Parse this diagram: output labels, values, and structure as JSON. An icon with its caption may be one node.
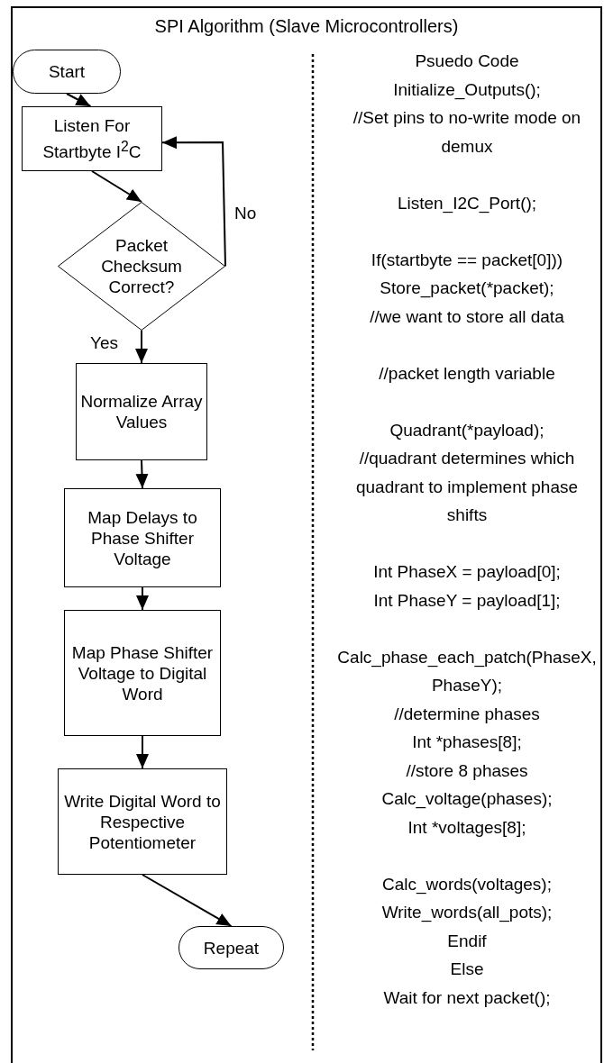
{
  "diagram": {
    "title": "SPI Algorithm (Slave Microcontrollers)",
    "nodes": [
      {
        "text": [
          "Start"
        ]
      },
      {
        "text": [
          "Listen For Startbyte I$^{2}$C"
        ]
      },
      {
        "text": [
          "Packet Checksum Correct?"
        ]
      },
      {
        "text": [
          "Normalize Array Values"
        ]
      },
      {
        "text": [
          "Map Delays to Phase Shifter Voltage"
        ]
      },
      {
        "text": [
          "Map Phase Shifter Voltage to Digital Word"
        ]
      },
      {
        "text": [
          "Write Digital Word to Respective Potentiometer"
        ]
      },
      {
        "text": [
          "Repeat"
        ]
      }
    ],
    "edges": [
      {
        "from": 0,
        "to": 1,
        "arrow": "to"
      },
      {
        "from": 1,
        "to": 2,
        "arrow": "to"
      },
      {
        "from": 2,
        "to": 1,
        "arrow": "to",
        "label": "No"
      },
      {
        "from": 2,
        "to": 3,
        "arrow": "to",
        "label": "Yes"
      },
      {
        "from": 3,
        "to": 4,
        "arrow": "to"
      },
      {
        "from": 4,
        "to": 5,
        "arrow": "to"
      },
      {
        "from": 5,
        "to": 6,
        "arrow": "to"
      },
      {
        "from": 6,
        "to": 7,
        "arrow": "to"
      }
    ],
    "labels": [
      "Psuedo Code",
      "Initialize_Outputs();",
      "//Set pins to no-write mode on demux",
      "Listen_I2C_Port();",
      "If(startbyte == packet[0]))",
      "Store_packet(*packet);",
      "//we want to store all data",
      "//packet length variable",
      "Quadrant(*payload);",
      "//quadrant determines which quadrant to implement phase shifts",
      "Int PhaseX = payload[0];",
      "Int PhaseY = payload[1];",
      "Calc_phase_each_patch(PhaseX,PhaseY);",
      "//determine phases",
      "Int *phases[8];",
      "//store 8 phases",
      "Calc_voltage(phases);",
      "Int *voltages[8];",
      "Calc_words(voltages);",
      "Write_words(all_pots);",
      "Endif",
      "Else",
      "Wait for next packet();"
    ]
  }
}
